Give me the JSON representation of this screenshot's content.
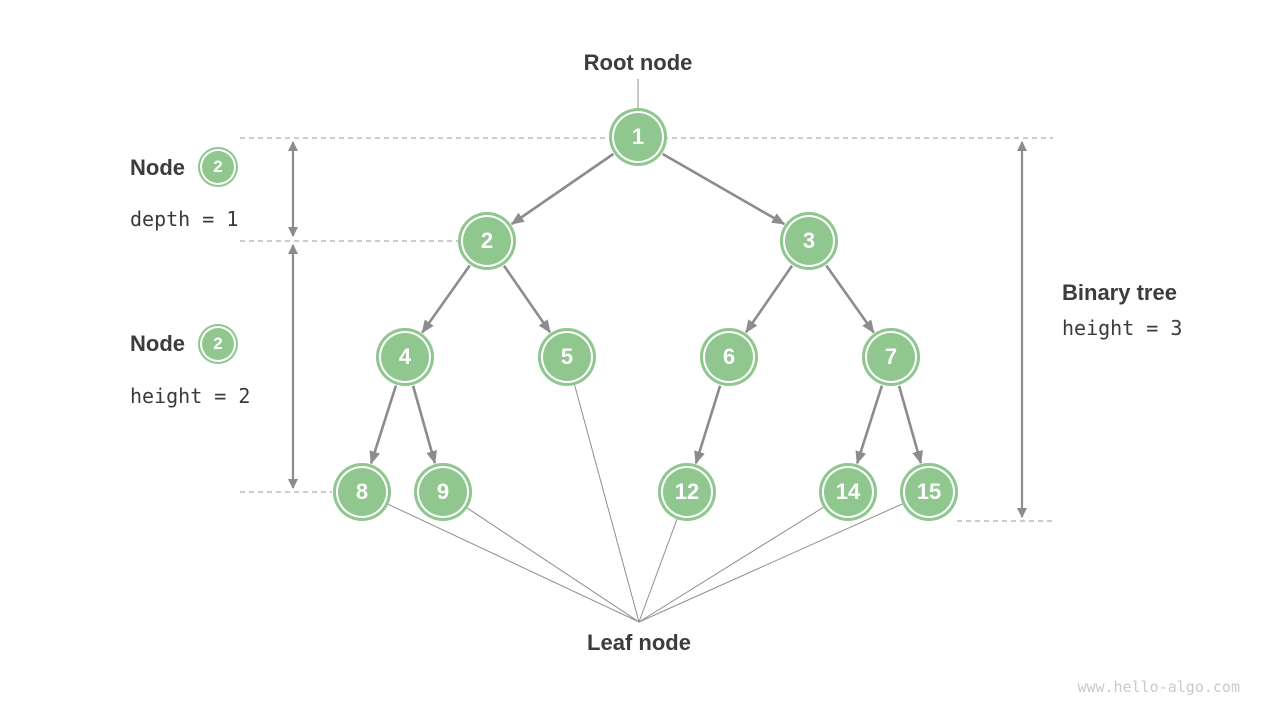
{
  "title_labels": {
    "root": "Root node",
    "leaf": "Leaf node"
  },
  "annotations": {
    "depth": {
      "label": "Node",
      "badge": "2",
      "formula": "depth = 1"
    },
    "height": {
      "label": "Node",
      "badge": "2",
      "formula": "height = 2"
    },
    "binary_tree": {
      "label": "Binary tree",
      "formula": "height = 3"
    }
  },
  "watermark": "www.hello-algo.com",
  "colors": {
    "node_fill": "#8fc78f",
    "node_text": "#ffffff",
    "edge_gray": "#8c8c8c",
    "thin_line": "#8f8f8f",
    "dashed_line": "#9a9a9a",
    "label_text": "#3c3c3c",
    "watermark_text": "#c9c9c9",
    "background": "#ffffff"
  },
  "tree": {
    "nodes": [
      {
        "value": "1"
      },
      {
        "value": "2"
      },
      {
        "value": "3"
      },
      {
        "value": "4"
      },
      {
        "value": "5"
      },
      {
        "value": "6"
      },
      {
        "value": "7"
      },
      {
        "value": "8"
      },
      {
        "value": "9"
      },
      {
        "value": "12"
      },
      {
        "value": "14"
      },
      {
        "value": "15"
      }
    ],
    "edges": [
      [
        "1",
        "2"
      ],
      [
        "1",
        "3"
      ],
      [
        "2",
        "4"
      ],
      [
        "2",
        "5"
      ],
      [
        "3",
        "6"
      ],
      [
        "3",
        "7"
      ],
      [
        "4",
        "8"
      ],
      [
        "4",
        "9"
      ],
      [
        "6",
        "12"
      ],
      [
        "7",
        "14"
      ],
      [
        "7",
        "15"
      ]
    ],
    "leaves": [
      "5",
      "8",
      "9",
      "12",
      "14",
      "15"
    ]
  }
}
